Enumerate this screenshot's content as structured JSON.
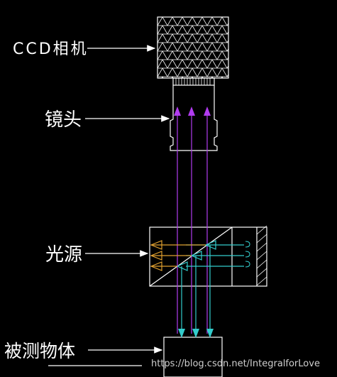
{
  "labels": {
    "camera": "CCD相机",
    "lens": "镜头",
    "light_source": "光源",
    "object": "被测物体"
  },
  "watermark": "https://blog.csdn.net/IntegralforLove",
  "colors": {
    "background": "#000000",
    "line": "#ffffff",
    "imaging_rays": "#b13cf0",
    "illumination_rays": "#33cccc",
    "reflected_light": "#e0a030"
  }
}
